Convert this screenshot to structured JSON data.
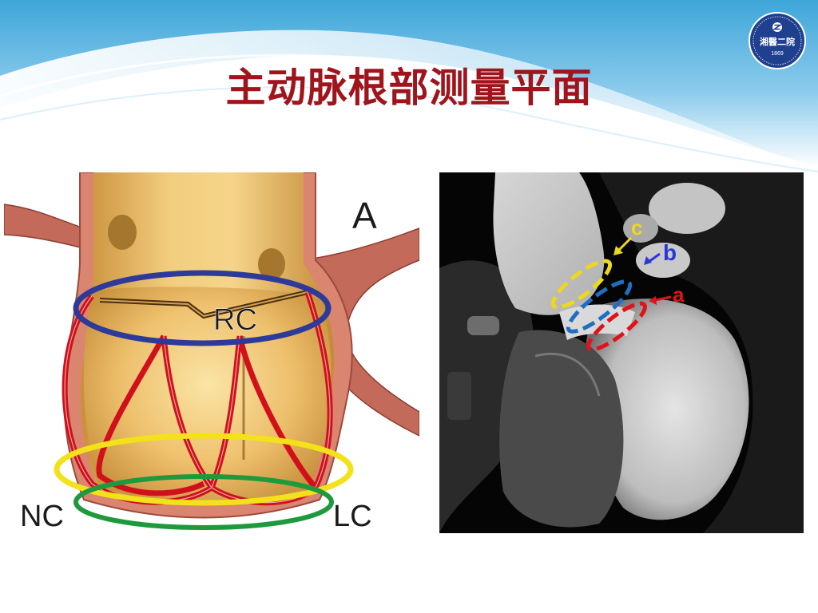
{
  "slide": {
    "title": "主动脉根部测量平面"
  },
  "logo": {
    "text": "湘醫二院",
    "year": "1869",
    "symbol": "Z-emblem"
  },
  "left_figure": {
    "panel_label": "A",
    "labels": {
      "rc": "RC",
      "nc": "NC",
      "lc": "LC"
    },
    "colors": {
      "blue_ring": "#2e3a9a",
      "red_leaflets": "#d0111b",
      "yellow_ring": "#f3e21a",
      "green_ring": "#1e9a3c",
      "aorta": "#e7b86a",
      "coronary_artery": "#c36a5a"
    }
  },
  "right_figure": {
    "labels": {
      "a": "a",
      "b": "b",
      "c": "c"
    },
    "colors": {
      "a": "#e0131a",
      "b": "#2a36d8",
      "c": "#ecd81c",
      "dashed_blue": "#1e6fc4"
    }
  }
}
